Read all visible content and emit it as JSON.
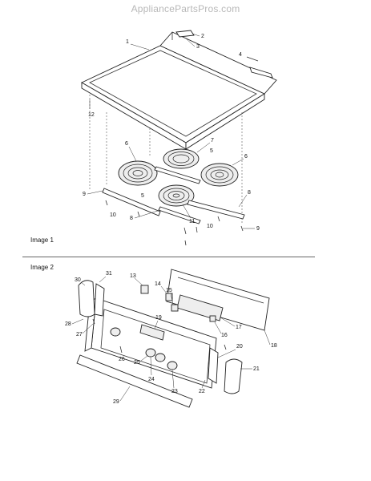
{
  "header": {
    "site": "AppliancePartsPros.com"
  },
  "images": [
    {
      "label": "Image 1",
      "callouts": [
        "1",
        "2",
        "3",
        "4",
        "5",
        "5",
        "6",
        "6",
        "7",
        "8",
        "8",
        "9",
        "9",
        "10",
        "10",
        "11",
        "12"
      ]
    },
    {
      "label": "Image 2",
      "callouts": [
        "13",
        "14",
        "15",
        "16",
        "17",
        "18",
        "19",
        "20",
        "21",
        "22",
        "23",
        "24",
        "25",
        "26",
        "27",
        "28",
        "29",
        "30",
        "31"
      ]
    }
  ]
}
